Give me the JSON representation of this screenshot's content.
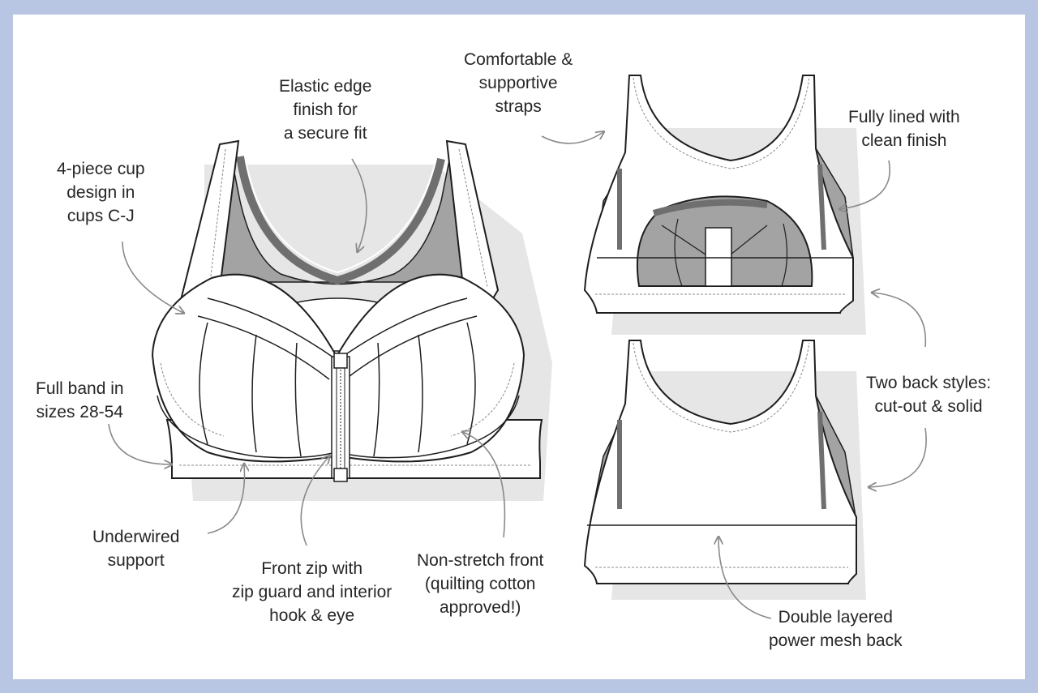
{
  "labels": {
    "elastic_edge": [
      "Elastic edge",
      "finish for",
      "a secure fit"
    ],
    "cup_design": [
      "4-piece cup",
      "design in",
      "cups C-J"
    ],
    "full_band": [
      "Full band in",
      "sizes 28-54"
    ],
    "underwired": [
      "Underwired",
      "support"
    ],
    "front_zip": [
      "Front zip with",
      "zip guard and interior",
      "hook & eye"
    ],
    "non_stretch": [
      "Non-stretch front",
      "(quilting cotton",
      "approved!)"
    ],
    "straps": [
      "Comfortable &",
      "supportive",
      "straps"
    ],
    "fully_lined": [
      "Fully lined with",
      "clean finish"
    ],
    "back_styles": [
      "Two back styles:",
      "cut-out & solid"
    ],
    "power_mesh": [
      "Double layered",
      "power mesh back"
    ]
  },
  "colors": {
    "frame": "#b9c6e3",
    "panel": "#ffffff",
    "shadow": "#e6e6e6",
    "mesh": "#9a9a9a",
    "outline": "#1e1e1e",
    "arrow": "#8a8a8a",
    "text": "#262626"
  }
}
